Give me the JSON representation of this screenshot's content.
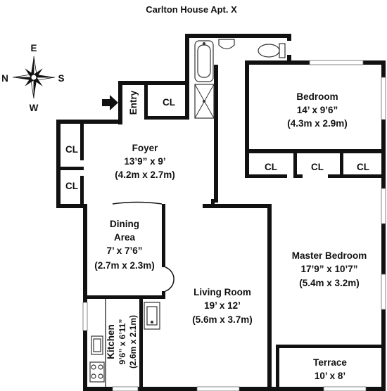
{
  "title": "Carlton House  Apt. X",
  "compass": {
    "north": "N",
    "east": "E",
    "south": "S",
    "west": "W"
  },
  "entry_label": "Entry",
  "closet_label": "CL",
  "rooms": {
    "bedroom": {
      "name": "Bedroom",
      "imperial": "14’ x 9’6”",
      "metric": "(4.3m x 2.9m)"
    },
    "foyer": {
      "name": "Foyer",
      "imperial": "13’9” x 9’",
      "metric": "(4.2m x 2.7m)"
    },
    "dining": {
      "name_line1": "Dining",
      "name_line2": "Area",
      "imperial": "7’ x 7’6”",
      "metric": "(2.7m x 2.3m)"
    },
    "master_bedroom": {
      "name": "Master Bedroom",
      "imperial": "17’9” x 10’7”",
      "metric": "(5.4m x 3.2m)"
    },
    "living_room": {
      "name": "Living Room",
      "imperial": "19’ x 12’",
      "metric": "(5.6m x 3.7m)"
    },
    "kitchen": {
      "name": "Kitchen",
      "imperial": "9’6” x 6’11”",
      "metric": "(2.6m x 2.1m)"
    },
    "terrace": {
      "name": "Terrace",
      "imperial": "10’ x 8’"
    }
  }
}
